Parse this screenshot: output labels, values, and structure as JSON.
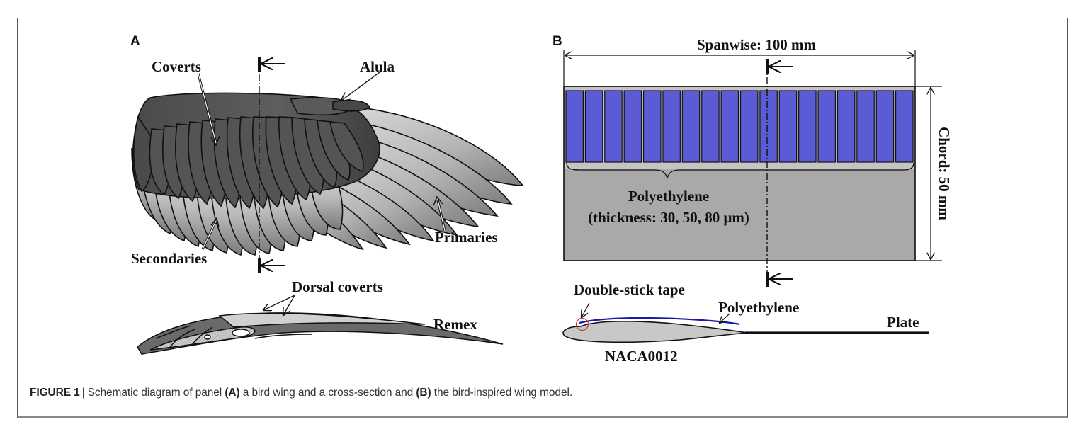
{
  "figure": {
    "label": "FIGURE 1",
    "caption": {
      "t1": "Schematic diagram of panel ",
      "a": "(A)",
      "t2": " a bird wing and a cross-section and ",
      "b": "(B)",
      "t3": " the bird-inspired wing model."
    }
  },
  "panel_a": {
    "letter": "A",
    "labels": {
      "coverts": "Coverts",
      "alula": "Alula",
      "primaries": "Primaries",
      "secondaries": "Secondaries",
      "dorsal_coverts": "Dorsal coverts",
      "remex": "Remex"
    }
  },
  "panel_b": {
    "letter": "B",
    "spanwise": "Spanwise: 100 mm",
    "chord": "Chord: 50 mm",
    "material": "Polyethylene",
    "thickness": "(thickness: 30, 50, 80 μm)",
    "strip_count": 18,
    "tape_label": "Double-stick tape",
    "film_label": "Polyethylene",
    "plate_label": "Plate",
    "airfoil_label": "NACA0012",
    "colors": {
      "film": "#5b5bd6",
      "plate": "#a9a9a9",
      "film_section": "#1a1aa8",
      "tape_marker": "#c0392b"
    }
  }
}
